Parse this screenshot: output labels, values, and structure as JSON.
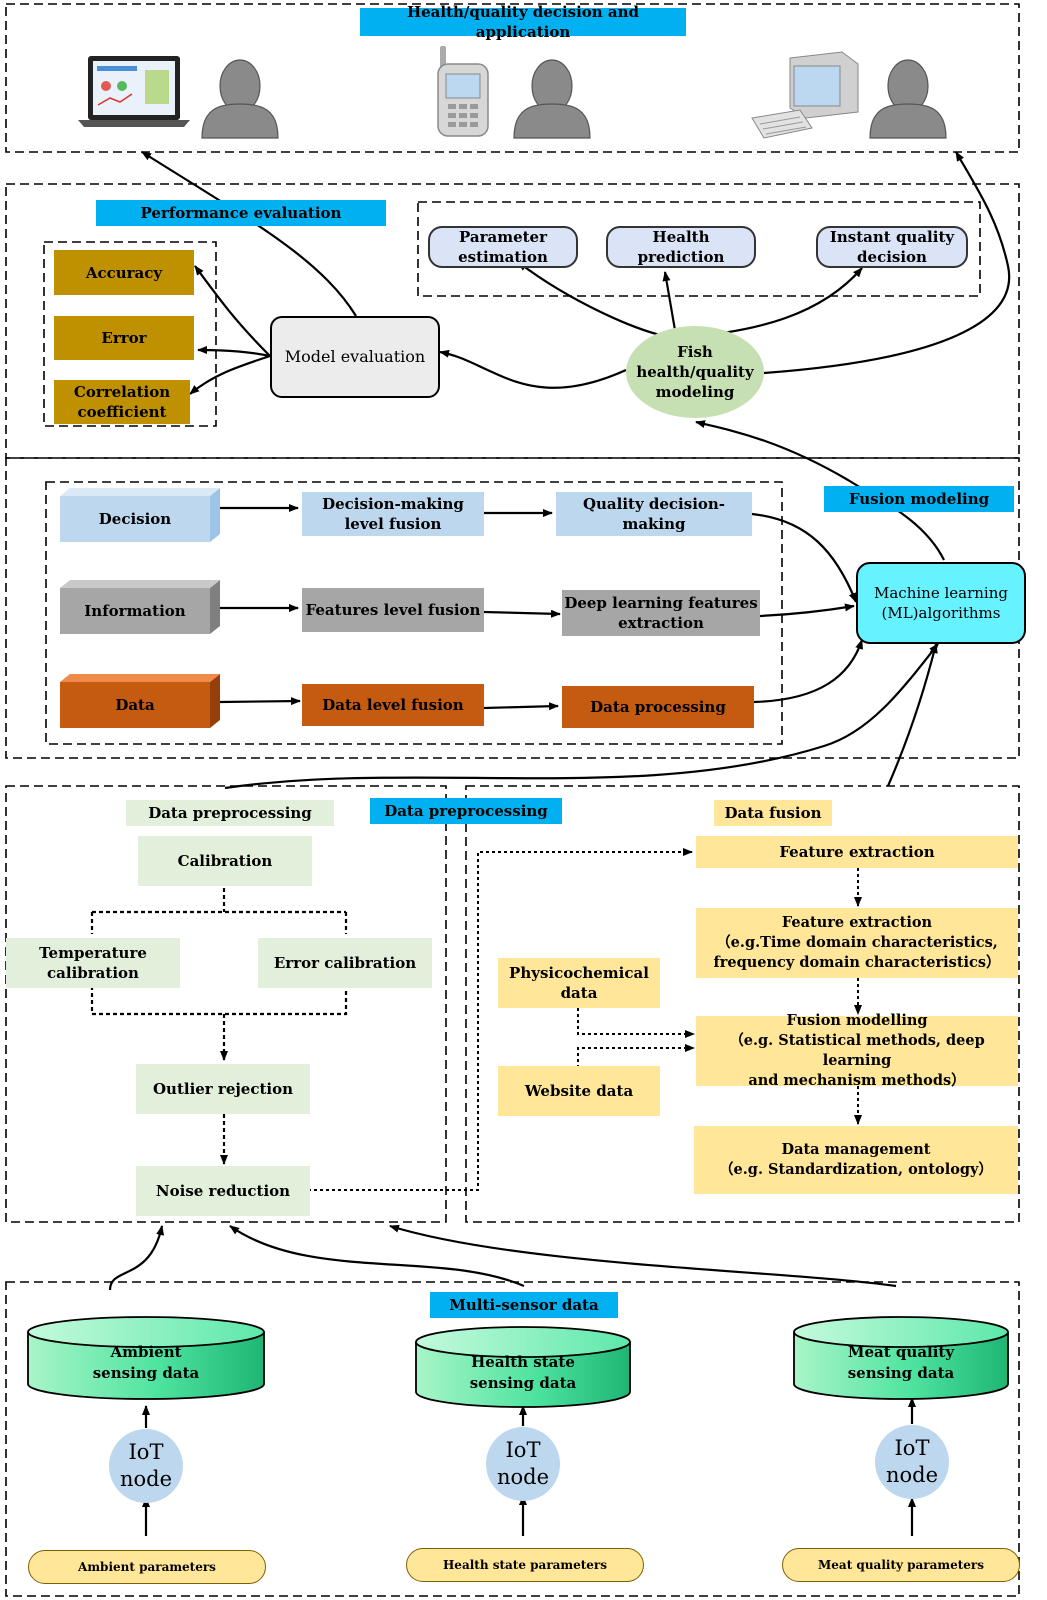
{
  "sections": {
    "application": {
      "title": "Health/quality decision and application",
      "devices": [
        {
          "icon": "laptop-icon"
        },
        {
          "icon": "mobile-phone-icon"
        },
        {
          "icon": "desktop-computer-icon"
        }
      ],
      "user_icon": "user-icon"
    },
    "evaluation": {
      "title": "Performance evaluation",
      "metrics": [
        "Accuracy",
        "Error",
        "Correlation\ncoefficient"
      ],
      "model_evaluation": "Model evaluation",
      "outputs": [
        "Parameter\nestimation",
        "Health prediction",
        "Instant quality\ndecision"
      ],
      "fish_modeling": "Fish\nhealth/quality\nmodeling"
    },
    "fusion": {
      "title": "Fusion modeling",
      "rows": [
        {
          "level": "Decision",
          "fusion": "Decision-making\nlevel fusion",
          "process": "Quality decision-making"
        },
        {
          "level": "Information",
          "fusion": "Features level fusion",
          "process": "Deep learning features\nextraction"
        },
        {
          "level": "Data",
          "fusion": "Data level fusion",
          "process": "Data processing"
        }
      ],
      "ml": "Machine learning\n(ML)algorithms"
    },
    "preprocessing": {
      "title": "Data preprocessing",
      "left_title": "Data preprocessing",
      "calibration": "Calibration",
      "temperature_calibration": "Temperature\ncalibration",
      "error_calibration": "Error calibration",
      "outlier": "Outlier rejection",
      "noise": "Noise reduction",
      "right_title": "Data fusion",
      "feature_extraction": "Feature extraction",
      "feature_extraction_detail": "Feature extraction\n（e.g.Time domain characteristics,\nfrequency domain characteristics）",
      "physicochemical": "Physicochemical\ndata",
      "website": "Website data",
      "fusion_modelling": "Fusion modelling\n（e.g. Statistical methods, deep learning\nand mechanism methods）",
      "data_management": "Data management\n（e.g. Standardization, ontology）"
    },
    "sensors": {
      "title": "Multi-sensor data",
      "columns": [
        {
          "data": "Ambient\nsensing data",
          "node": "IoT\nnode",
          "param": "Ambient parameters"
        },
        {
          "data": "Health state\nsensing data",
          "node": "IoT\nnode",
          "param": "Health state parameters"
        },
        {
          "data": "Meat quality\nsensing data",
          "node": "IoT\nnode",
          "param": "Meat quality parameters"
        }
      ]
    }
  }
}
